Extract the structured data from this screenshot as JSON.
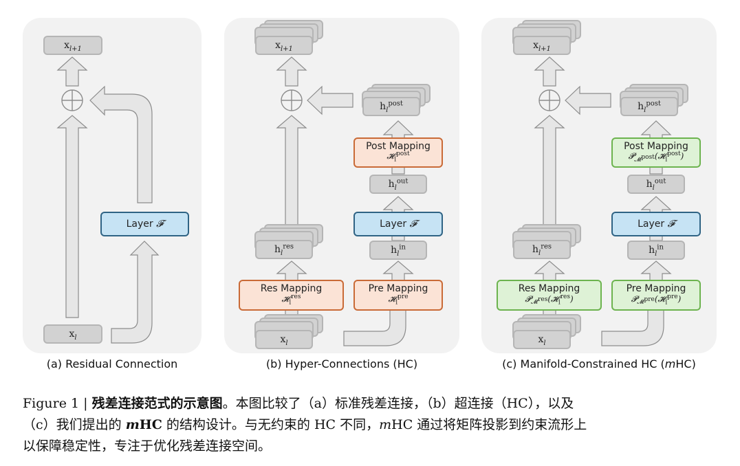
{
  "panels": [
    {
      "id": "a",
      "caption": "(a) Residual Connection",
      "nodes": {
        "output": {
          "base": "x",
          "sub": "l+1"
        },
        "input": {
          "base": "x",
          "sub": "l"
        },
        "layer": {
          "label": "Layer",
          "symbol": "𝓕"
        }
      }
    },
    {
      "id": "b",
      "caption": "(b) Hyper-Connections (HC)",
      "nodes": {
        "output": {
          "base": "x",
          "sub": "l+1"
        },
        "input": {
          "base": "x",
          "sub": "l"
        },
        "h_post": {
          "base": "h",
          "sub": "l",
          "sup": "post"
        },
        "post_mapping": {
          "label": "Post Mapping",
          "math": "𝓗",
          "sub": "l",
          "sup": "post"
        },
        "h_out": {
          "base": "h",
          "sub": "l",
          "sup": "out"
        },
        "layer": {
          "label": "Layer",
          "symbol": "𝓕"
        },
        "h_in": {
          "base": "h",
          "sub": "l",
          "sup": "in"
        },
        "h_res": {
          "base": "h",
          "sub": "l",
          "sup": "res"
        },
        "res_mapping": {
          "label": "Res Mapping",
          "math": "𝓗",
          "sub": "l",
          "sup": "res"
        },
        "pre_mapping": {
          "label": "Pre Mapping",
          "math": "𝓗",
          "sub": "l",
          "sup": "pre"
        }
      }
    },
    {
      "id": "c",
      "caption_prefix": "(c) Manifold-Constrained HC (",
      "caption_italic": "m",
      "caption_suffix": "HC)",
      "nodes": {
        "output": {
          "base": "x",
          "sub": "l+1"
        },
        "input": {
          "base": "x",
          "sub": "l"
        },
        "h_post": {
          "base": "h",
          "sub": "l",
          "sup": "post"
        },
        "post_mapping": {
          "label": "Post Mapping",
          "proj": "𝓟",
          "proj_sub": "𝓜",
          "proj_sup": "post",
          "math": "𝓗",
          "sub": "l",
          "sup": "post"
        },
        "h_out": {
          "base": "h",
          "sub": "l",
          "sup": "out"
        },
        "layer": {
          "label": "Layer",
          "symbol": "𝓕"
        },
        "h_in": {
          "base": "h",
          "sub": "l",
          "sup": "in"
        },
        "h_res": {
          "base": "h",
          "sub": "l",
          "sup": "res"
        },
        "res_mapping": {
          "label": "Res Mapping",
          "proj": "𝓟",
          "proj_sub": "𝓜",
          "proj_sup": "res",
          "math": "𝓗",
          "sub": "l",
          "sup": "res"
        },
        "pre_mapping": {
          "label": "Pre Mapping",
          "proj": "𝓟",
          "proj_sub": "𝓜",
          "proj_sup": "pre",
          "math": "𝓗",
          "sub": "l",
          "sup": "pre"
        }
      }
    }
  ],
  "figure_caption": {
    "prefix": "Figure 1 | ",
    "bold": "残差连接范式的示意图",
    "line1_rest": "。本图比较了（a）标准残差连接，（b）超连接（HC），以及",
    "line2_a": "（c）我们提出的 ",
    "line2_m1": "m",
    "line2_b": "HC 的结构设计。与无约束的 HC 不同，",
    "line2_m2": "m",
    "line2_c": "HC 通过将矩阵投影到约束流形上",
    "line3": "以保障稳定性，专注于优化残差连接空间。"
  },
  "colors": {
    "panel_bg": "#f2f2f2",
    "node_gray": "#d2d2d2",
    "layer_blue": "#c6e3f4",
    "mapping_orange": "#fbe3d6",
    "mapping_green": "#def2d6",
    "arrow_fill": "#e6e6e6",
    "arrow_stroke": "#8c8c8c"
  }
}
